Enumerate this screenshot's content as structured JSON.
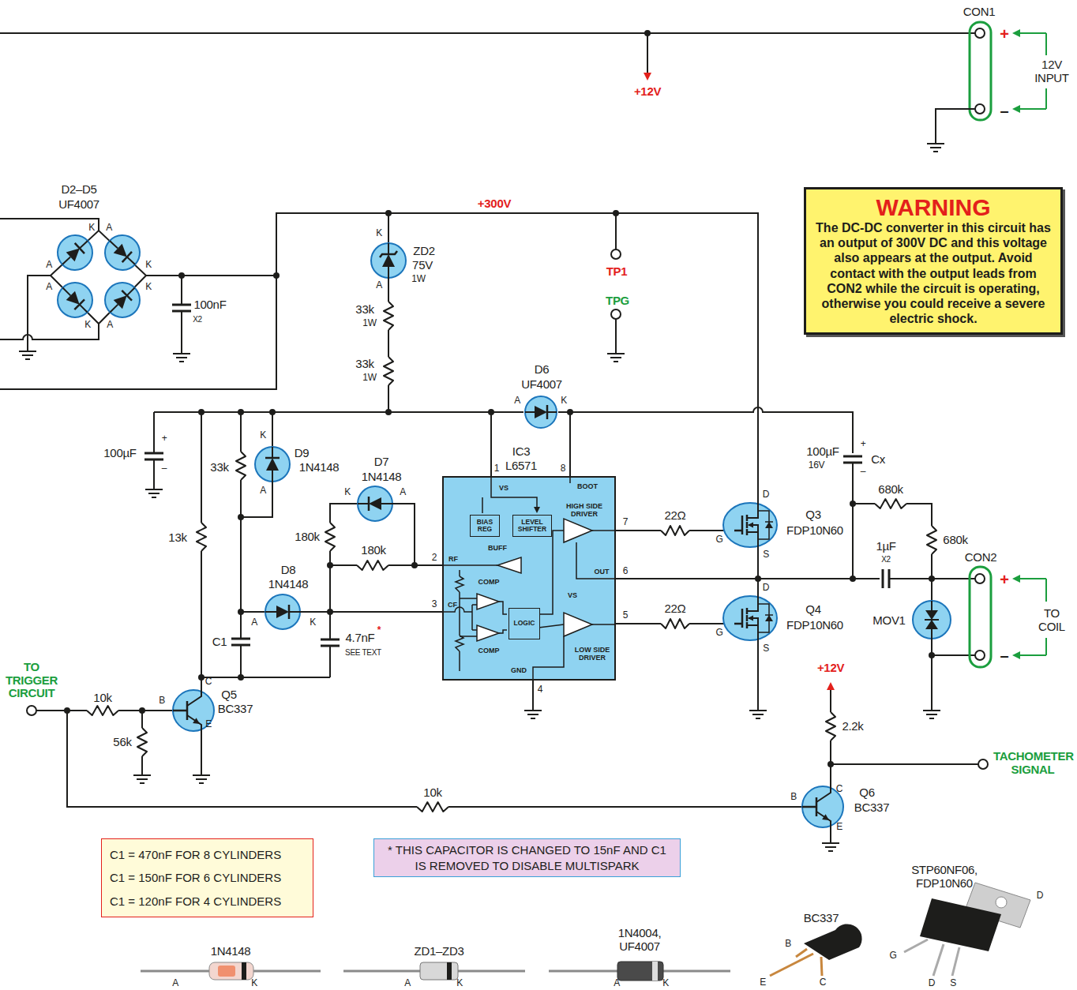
{
  "diagram": {
    "nodes": [
      {
        "text": [
          "WARNING",
          "The DC-DC converter in this circuit has an output of 300V DC and this voltage also appears at the output. Avoid contact with the output leads from CON2 while the circuit is operating, otherwise you could receive a severe electric shock."
        ]
      },
      {
        "text": [
          "VS",
          "BOOT",
          "HIGH SIDE DRIVER",
          "BUFF",
          "RF",
          "OUT",
          "CF",
          "COMP",
          "COMP",
          "VS",
          "LOW SIDE DRIVER",
          "GND"
        ]
      },
      {
        "text": [
          "BIAS REG"
        ],
        "in": 1
      },
      {
        "text": [
          "LEVEL SHIFTER"
        ],
        "in": 1
      },
      {
        "text": [
          "LOGIC"
        ],
        "in": 1
      },
      {
        "text": [
          "C1 = 470nF FOR 8 CYLINDERS",
          "C1 = 150nF FOR 6 CYLINDERS",
          "C1 = 120nF FOR 4 CYLINDERS"
        ]
      },
      {
        "text": [
          "* THIS CAPACITOR IS CHANGED TO 15nF AND C1 IS REMOVED TO DISABLE MULTISPARK"
        ]
      }
    ],
    "edges": [
      {
        "from": 3,
        "to": 4,
        "arrow": "none"
      }
    ],
    "labels": [
      "CON1",
      "+",
      "12V INPUT",
      "–",
      "+12V",
      "D2–D5",
      "UF4007",
      "K",
      "A",
      "A",
      "K",
      "A",
      "K",
      "K",
      "A",
      "100nF",
      "X2",
      "+300V",
      "K",
      "ZD2",
      "75V",
      "1W",
      "A",
      "33k",
      "1W",
      "33k",
      "1W",
      "TP1",
      "TPG",
      "D6",
      "UF4007",
      "A",
      "K",
      "IC3",
      "L6571",
      "1",
      "8",
      "100µF",
      "+",
      "–",
      "33k",
      "K",
      "D9",
      "1N4148",
      "A",
      "D7",
      "1N4148",
      "K",
      "A",
      "13k",
      "180k",
      "180k",
      "2",
      "D8",
      "1N4148",
      "A",
      "K",
      "3",
      "C1",
      "4.7nF",
      "*",
      "SEE TEXT",
      "4",
      "7",
      "6",
      "5",
      "22Ω",
      "22Ω",
      "D",
      "G",
      "S",
      "Q3",
      "FDP10N60",
      "D",
      "G",
      "S",
      "Q4",
      "FDP10N60",
      "100µF",
      "16V",
      "+",
      "–",
      "Cx",
      "680k",
      "680k",
      "1µF",
      "X2",
      "CON2",
      "+",
      "–",
      "TO COIL",
      "MOV1",
      "TO TRIGGER CIRCUIT",
      "10k",
      "B",
      "C",
      "E",
      "Q5",
      "BC337",
      "56k",
      "+12V",
      "2.2k",
      "TACHOMETER SIGNAL",
      "10k",
      "C",
      "B",
      "E",
      "Q6",
      "BC337",
      "1N4148",
      "A",
      "K",
      "ZD1–ZD3",
      "A",
      "K",
      "1N4004, UF4007",
      "A",
      "K",
      "BC337",
      "B",
      "E",
      "C",
      "STP60NF06, FDP10N60",
      "D",
      "G",
      "D",
      "S"
    ]
  }
}
